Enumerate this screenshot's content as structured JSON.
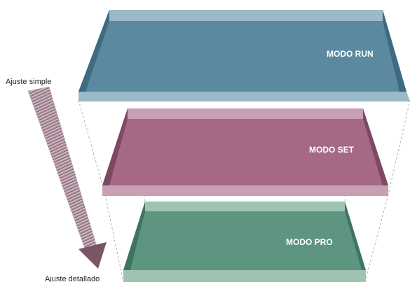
{
  "layers": [
    {
      "id": "run",
      "label": "MODO RUN",
      "color_top": "#5b8aa0",
      "color_side": "#3f6a80",
      "color_front": "#9bb9c9"
    },
    {
      "id": "set",
      "label": "MODO SET",
      "color_top": "#a56985",
      "color_side": "#7c4862",
      "color_front": "#c99fb4"
    },
    {
      "id": "pro",
      "label": "MODO PRO",
      "color_top": "#5e9580",
      "color_side": "#3f7560",
      "color_front": "#9fc2b2"
    }
  ],
  "arrow": {
    "start_label": "Ajuste simple",
    "end_label": "Ajuste detallado",
    "color_light": "#e6d6dc",
    "color_dark": "#7a5566"
  }
}
